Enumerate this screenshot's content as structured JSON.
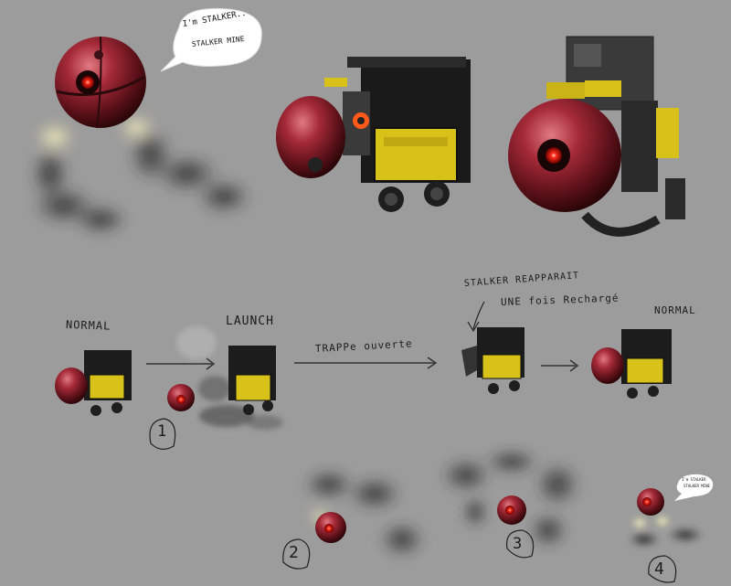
{
  "sheet": {
    "background": "#9c9c9c",
    "accent_yellow": "#d8c21a",
    "sphere_red": "#9a2430",
    "eye_red": "#ff2a1a"
  },
  "speech_large": {
    "line1": "I'm STALKER..",
    "line2": "STALKER MINE"
  },
  "speech_small": {
    "line1": "I'm STALKER",
    "line2": "STALKER MINE"
  },
  "sequence": {
    "normal_1": "NORMAL",
    "launch": "LAUNCH",
    "trappe": "TRAPPe ouverte",
    "note_line1": "STALKER REAPPARAIT",
    "note_line2": "UNE fois Rechargé",
    "normal_2": "NORMAL"
  },
  "steps": {
    "s1": "1",
    "s2": "2",
    "s3": "3",
    "s4": "4"
  }
}
